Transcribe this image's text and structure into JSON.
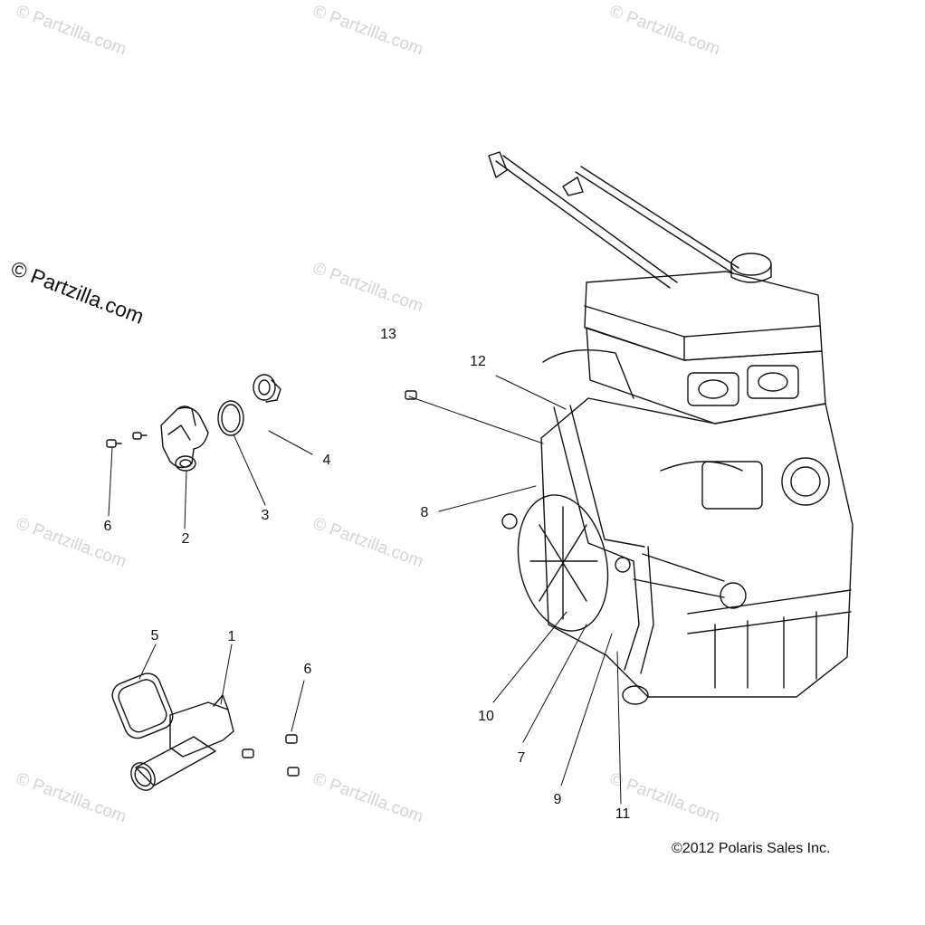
{
  "watermark": {
    "text": "© Partzilla.com"
  },
  "brand_mark": {
    "text": "© Partzilla.com"
  },
  "copyright": {
    "text": "©2012 Polaris Sales Inc."
  },
  "callouts": {
    "c1": "1",
    "c2": "2",
    "c3": "3",
    "c4": "4",
    "c5": "5",
    "c6a": "6",
    "c6b": "6",
    "c7": "7",
    "c8": "8",
    "c9": "9",
    "c10": "10",
    "c11": "11",
    "c12": "12",
    "c13": "13"
  }
}
